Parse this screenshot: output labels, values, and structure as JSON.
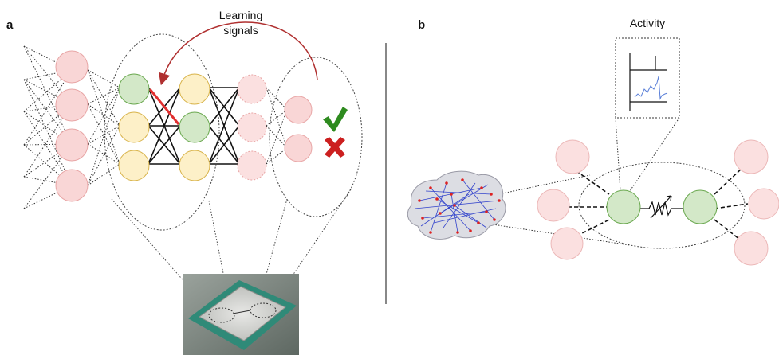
{
  "panel_a": {
    "letter": "a",
    "arrow_label_line1": "Learning",
    "arrow_label_line2": "signals",
    "check_icon": "check-mark-icon",
    "cross_icon": "cross-mark-icon",
    "chip_icon": "processor-chip-icon"
  },
  "panel_b": {
    "letter": "b",
    "activity_label": "Activity",
    "brain_icon": "brain-network-icon",
    "synapse_icon": "variable-resistor-icon"
  },
  "colors": {
    "pink_node_fill": "#f9d6d6",
    "pink_node_stroke": "#e8a6a6",
    "green_node_fill": "#d3e8c8",
    "green_node_stroke": "#6aa84f",
    "yellow_node_fill": "#fdf0c8",
    "yellow_node_stroke": "#d8b34a",
    "arrow_red": "#b03030",
    "weight_red": "#e03030",
    "check_green": "#2e8b1f",
    "cross_red": "#cc1f1f",
    "trace_blue": "#5a7fd8"
  }
}
